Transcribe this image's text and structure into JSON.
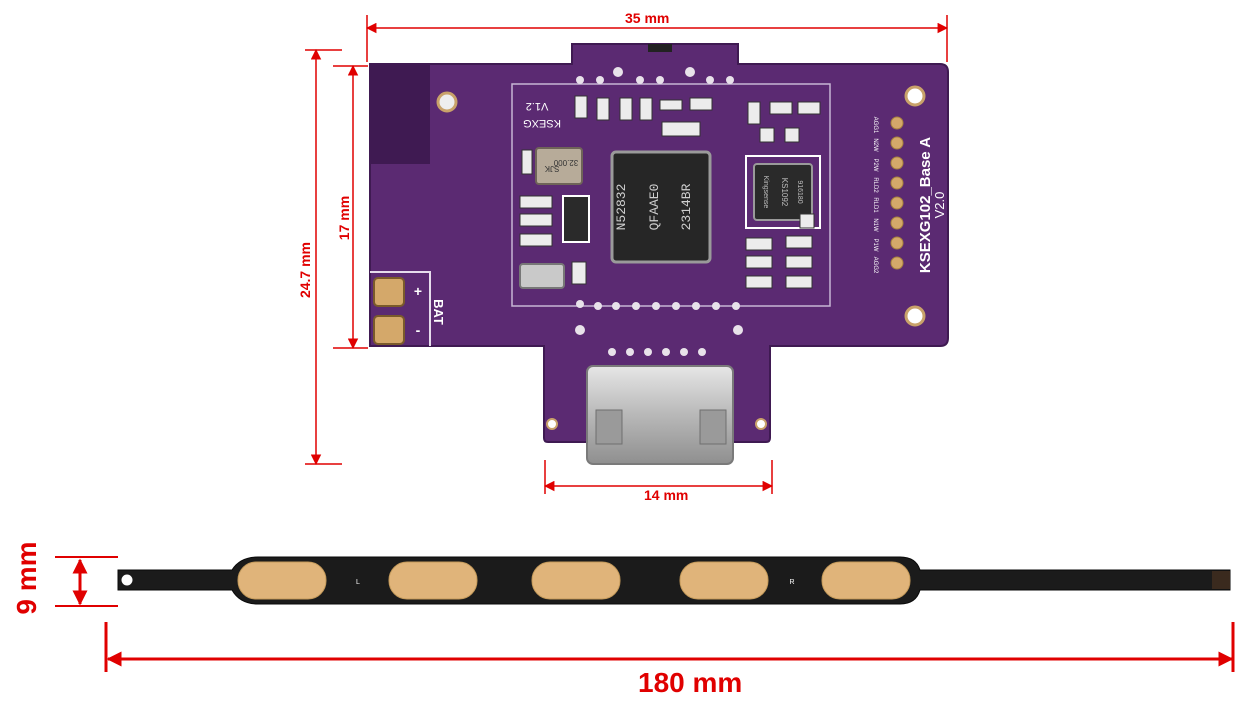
{
  "dimensions": {
    "board_width": "35 mm",
    "board_height_total": "24.7 mm",
    "board_height_main": "17 mm",
    "connector_width": "14 mm",
    "strip_height": "9 mm",
    "strip_length": "180 mm"
  },
  "board": {
    "name_line1": "KSEXG102_Base A",
    "name_line2": "V2.0",
    "version_mirror": "V1.2",
    "brand_mirror": "KSEXG",
    "chip_line1": "N52832",
    "chip_line2": "QFAAE0",
    "chip_line3": "2314BR",
    "afe_line1": "Kingsense",
    "afe_line2": "KS1092",
    "afe_line3": "916180",
    "crystal_line1": "SJK",
    "crystal_line2": "32.000",
    "bat_label": "BAT",
    "plus": "+",
    "minus": "-",
    "pins": [
      "AGG1",
      "N2W",
      "P2W",
      "RLD2",
      "RLD1",
      "N1W",
      "P1W",
      "AGG2"
    ]
  },
  "strip": {
    "marker_left": "L",
    "marker_right": "R"
  },
  "colors": {
    "pcb": "#5b2a72",
    "pcb_dark": "#3f1a52",
    "copper": "#d4a86a",
    "dimension": "#e00000",
    "strip": "#1b1b1b",
    "electrode": "#e0b47a"
  }
}
